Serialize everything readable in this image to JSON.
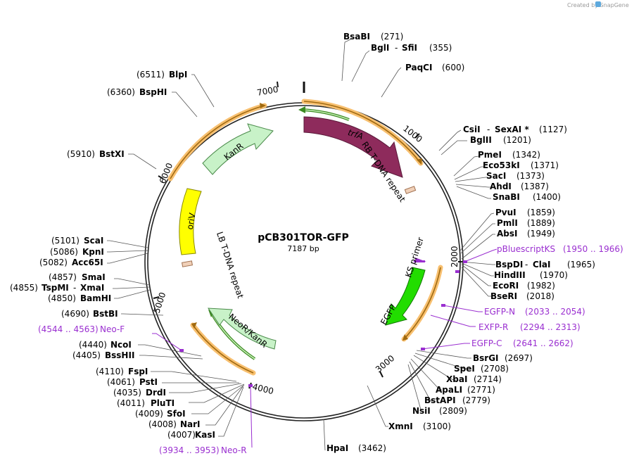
{
  "watermark": "Created by SnapGene",
  "plasmid": {
    "name": "pCB301TOR-GFP",
    "length_label": "7187 bp"
  },
  "ticks": [
    "1000",
    "2000",
    "3000",
    "4000",
    "5000",
    "6000",
    "7000"
  ],
  "features": {
    "trfA": "trfA",
    "KanR": "KanR",
    "oriV": "oriV",
    "NeoRKanR": "NeoR/KanR",
    "EGFP": "EGFP",
    "KS": "KS primer",
    "RB": "RB T-DNA repeat",
    "LB": "LB T-DNA repeat"
  },
  "sites": [
    {
      "name": "BsaBI",
      "pos": "(271)"
    },
    {
      "name": "BglI",
      "sep": "-",
      "name2": "SfiI",
      "pos": "(355)"
    },
    {
      "name": "PaqCI",
      "pos": "(600)"
    },
    {
      "name": "CsiI",
      "sep": "-",
      "name2": "SexAI *",
      "pos": "(1127)"
    },
    {
      "name": "BglII",
      "pos": "(1201)"
    },
    {
      "name": "PmeI",
      "pos": "(1342)"
    },
    {
      "name": "Eco53kI",
      "pos": "(1371)"
    },
    {
      "name": "SacI",
      "pos": "(1373)"
    },
    {
      "name": "AhdI",
      "pos": "(1387)"
    },
    {
      "name": "SnaBI",
      "pos": "(1400)"
    },
    {
      "name": "PvuI",
      "pos": "(1859)"
    },
    {
      "name": "PmlI",
      "pos": "(1889)"
    },
    {
      "name": "AbsI",
      "pos": "(1949)"
    },
    {
      "name": "BspDI",
      "sep": "-",
      "name2": "ClaI",
      "pos": "(1965)"
    },
    {
      "name": "HindIII",
      "pos": "(1970)"
    },
    {
      "name": "EcoRI",
      "pos": "(1982)"
    },
    {
      "name": "BseRI",
      "pos": "(2018)"
    },
    {
      "name": "BsrGI",
      "pos": "(2697)"
    },
    {
      "name": "SpeI",
      "pos": "(2708)"
    },
    {
      "name": "XbaI",
      "pos": "(2714)"
    },
    {
      "name": "ApaLI",
      "pos": "(2771)"
    },
    {
      "name": "BstAPI",
      "pos": "(2779)"
    },
    {
      "name": "NsiI",
      "pos": "(2809)"
    },
    {
      "name": "XmnI",
      "pos": "(3100)"
    },
    {
      "name": "HpaI",
      "pos": "(3462)"
    },
    {
      "name": "KasI",
      "pos": "(4007)"
    },
    {
      "name": "NarI",
      "pos": "(4008)"
    },
    {
      "name": "SfoI",
      "pos": "(4009)"
    },
    {
      "name": "PluTI",
      "pos": "(4011)"
    },
    {
      "name": "DrdI",
      "pos": "(4035)"
    },
    {
      "name": "PstI",
      "pos": "(4061)"
    },
    {
      "name": "FspI",
      "pos": "(4110)"
    },
    {
      "name": "BssHII",
      "pos": "(4405)"
    },
    {
      "name": "NcoI",
      "pos": "(4440)"
    },
    {
      "name": "BstBI",
      "pos": "(4690)"
    },
    {
      "name": "BamHI",
      "pos": "(4850)"
    },
    {
      "name": "TspMI",
      "sep": "-",
      "name2": "XmaI",
      "pos": "(4855)"
    },
    {
      "name": "SmaI",
      "pos": "(4857)"
    },
    {
      "name": "Acc65I",
      "pos": "(5082)"
    },
    {
      "name": "KpnI",
      "pos": "(5086)"
    },
    {
      "name": "ScaI",
      "pos": "(5101)"
    },
    {
      "name": "BstXI",
      "pos": "(5910)"
    },
    {
      "name": "BspHI",
      "pos": "(6360)"
    },
    {
      "name": "BlpI",
      "pos": "(6511)"
    }
  ],
  "primers": [
    {
      "name": "pBluescriptKS",
      "range": "(1950 .. 1966)"
    },
    {
      "name": "EGFP-N",
      "range": "(2033 .. 2054)"
    },
    {
      "name": "EXFP-R",
      "range": "(2294 .. 2313)"
    },
    {
      "name": "EGFP-C",
      "range": "(2641 .. 2662)"
    },
    {
      "name": "Neo-F",
      "range": "(4544 .. 4563)"
    },
    {
      "name": "Neo-R",
      "range": "(3934 .. 3953)"
    }
  ],
  "colors": {
    "trfA": "#8e2b5c",
    "KanR": "#c8f2c8",
    "oriV": "#ffff00",
    "EGFP": "#22dd00",
    "orf": "#f8c070",
    "primer": "#9a2fd0",
    "repeat": "#f0d0b8"
  }
}
